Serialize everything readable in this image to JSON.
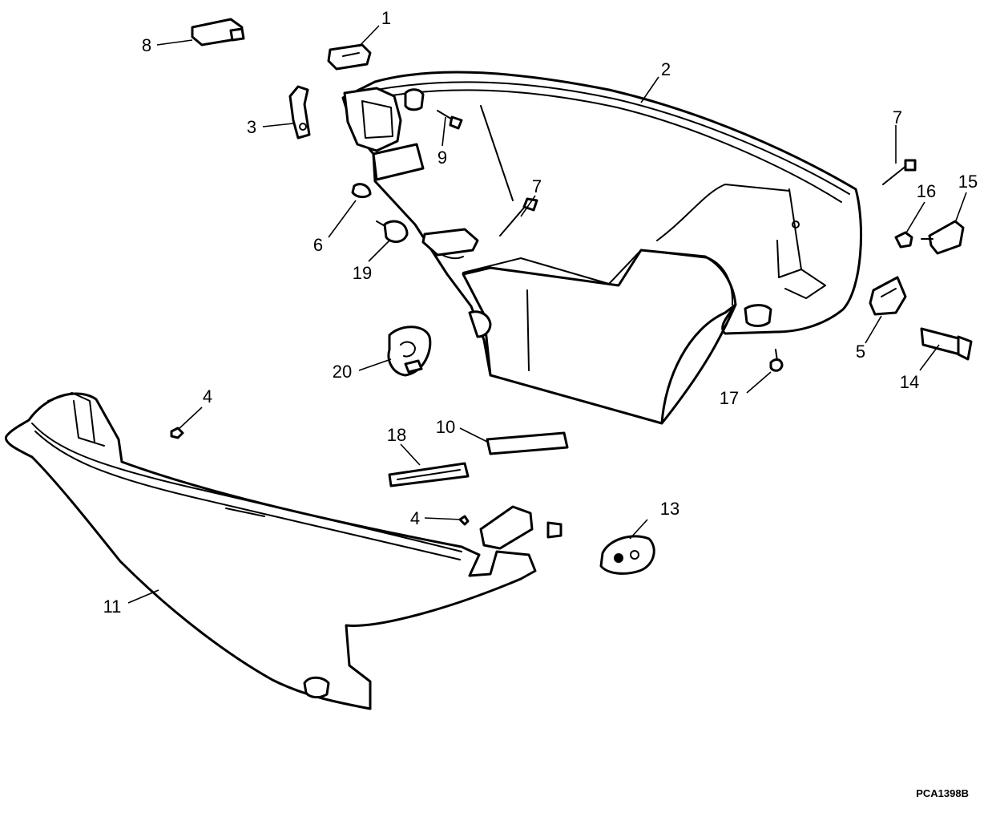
{
  "figure_ref": "PCA1398B",
  "callouts": [
    {
      "id": "c1",
      "label": "1"
    },
    {
      "id": "c2",
      "label": "2"
    },
    {
      "id": "c3",
      "label": "3"
    },
    {
      "id": "c4a",
      "label": "4"
    },
    {
      "id": "c4b",
      "label": "4"
    },
    {
      "id": "c5",
      "label": "5"
    },
    {
      "id": "c6",
      "label": "6"
    },
    {
      "id": "c7a",
      "label": "7"
    },
    {
      "id": "c7b",
      "label": "7"
    },
    {
      "id": "c8",
      "label": "8"
    },
    {
      "id": "c9",
      "label": "9"
    },
    {
      "id": "c10",
      "label": "10"
    },
    {
      "id": "c11",
      "label": "11"
    },
    {
      "id": "c13",
      "label": "13"
    },
    {
      "id": "c14",
      "label": "14"
    },
    {
      "id": "c15",
      "label": "15"
    },
    {
      "id": "c16",
      "label": "16"
    },
    {
      "id": "c17",
      "label": "17"
    },
    {
      "id": "c18",
      "label": "18"
    },
    {
      "id": "c19",
      "label": "19"
    },
    {
      "id": "c20",
      "label": "20"
    }
  ]
}
